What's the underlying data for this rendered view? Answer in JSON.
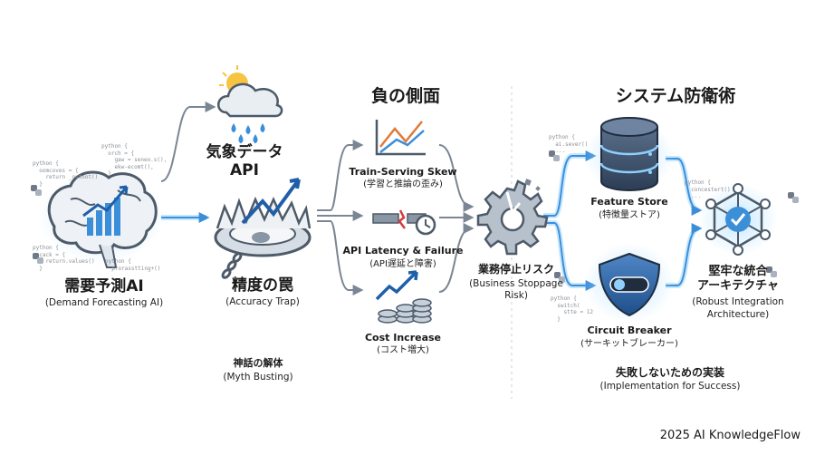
{
  "labels": {
    "weather_jp": "気象データ",
    "weather_en": "API",
    "ai_jp": "需要予測AI",
    "ai_en": "(Demand Forecasting AI)",
    "trap_jp": "精度の罠",
    "trap_en": "(Accuracy Trap)",
    "myth_jp": "神話の解体",
    "myth_en": "(Myth Busting)",
    "neg_header": "負の側面",
    "skew_en": "Train-Serving Skew",
    "skew_jp": "(学習と推論の歪み)",
    "latency_en": "API Latency & Failure",
    "latency_jp": "(API遅延と障害)",
    "cost_en": "Cost Increase",
    "cost_jp": "(コスト増大)",
    "stop_jp": "業務停止リスク",
    "stop_en1": "(Business Stoppage",
    "stop_en2": "Risk)",
    "defense_header": "システム防衛術",
    "fs_en": "Feature Store",
    "fs_jp": "(特徴量ストア)",
    "cb_en": "Circuit Breaker",
    "cb_jp": "(サーキットブレーカー)",
    "robust_jp1": "堅牢な統合",
    "robust_jp2": "アーキテクチャ",
    "robust_en1": "(Robust Integration",
    "robust_en2": "Architecture)",
    "impl_jp": "失敗しないための実装",
    "impl_en": "(Implementation for Success)",
    "footer": "2025 AI KnowledgeFlow"
  },
  "code": {
    "ai_top": "python {\n  orch = {\n    gaw = seneo.s(),\n    ekw-ecomt(),\n  }",
    "ai_left": "python {\n  oomcoves = {\n    return _outoot()\n  }",
    "ai_bottom_left": "python {\n  cack = {\n    return.values()\n  }",
    "ai_bottom_right": "python {\n  prorasstting+()",
    "fs_code": "python {\n  ai.sever()\n  ...",
    "cb_code": "python {\n  switch(\n    stte = 12\n  }",
    "robust_code": "python {\n  concestert()\n  ..."
  },
  "icons": {
    "python": "python-logo-icon",
    "cloud": "weather-cloud-icon",
    "brain": "brain-chart-icon",
    "trap": "bear-trap-icon",
    "skew": "skew-chart-icon",
    "latency": "broken-pipe-clock-icon",
    "cost": "coins-growth-icon",
    "gear": "broken-gear-icon",
    "db": "database-icon",
    "shield": "shield-switch-icon",
    "network": "network-check-icon"
  },
  "colors": {
    "accent": "#3b8fd9",
    "arrow": "#7b8694",
    "glow": "#8fd0ff",
    "dark": "#2c3e55"
  }
}
